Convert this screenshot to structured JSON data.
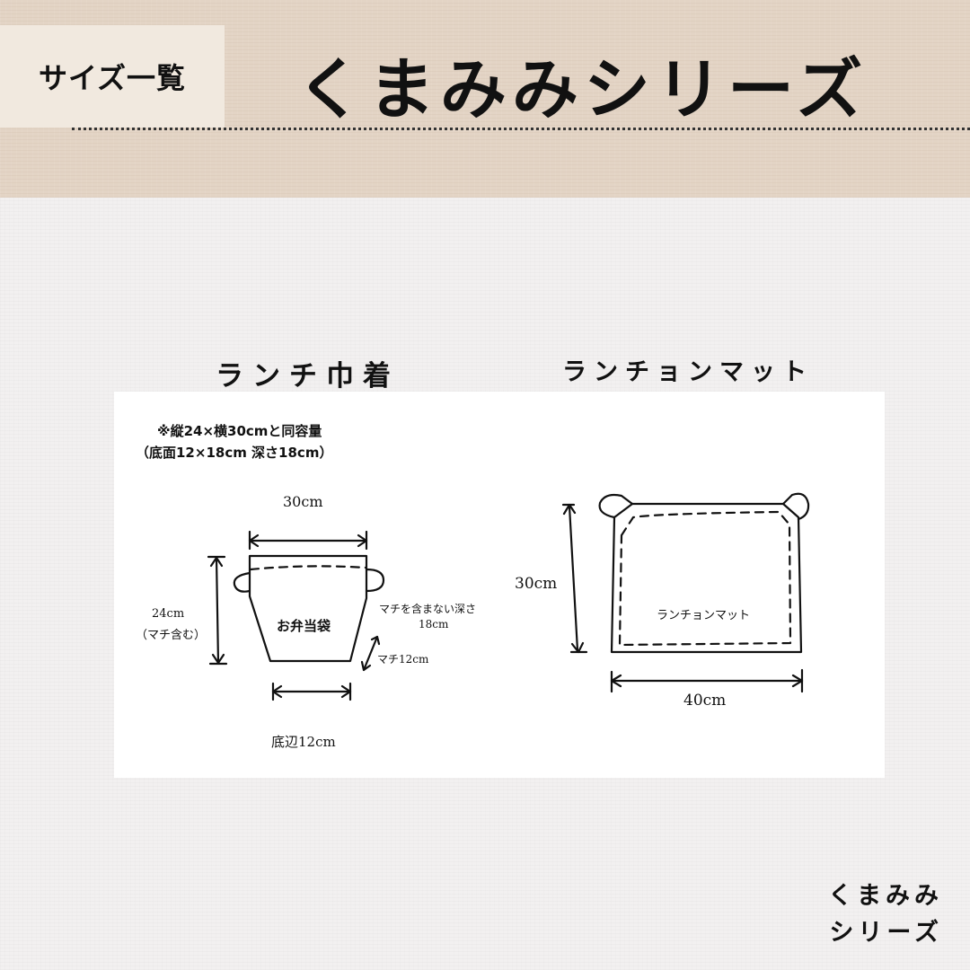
{
  "header": {
    "badge": "サイズ一覧",
    "title": "くまみみシリーズ"
  },
  "sections": {
    "left_title": "ランチ巾着",
    "right_title": "ランチョンマット"
  },
  "left_diagram": {
    "note_line1": "※縦24×横30cmと同容量",
    "note_line2": "（底面12×18cm 深さ18cm）",
    "width_label": "30cm",
    "height_label": "24cm",
    "height_sub": "（マチ含む）",
    "item_label": "お弁当袋",
    "depth_label": "マチを含まない深さ",
    "depth_value": "18cm",
    "gusset_label": "マチ12cm",
    "bottom_label": "底辺12cm"
  },
  "right_diagram": {
    "height_label": "30cm",
    "item_label": "ランチョンマット",
    "width_label": "40cm"
  },
  "footer": {
    "line1": "くまみみ",
    "line2": "シリーズ"
  },
  "colors": {
    "header_bg": "#e3d4c5",
    "badge_bg": "#f1e9df",
    "page_bg": "#f2f0f0",
    "panel_bg": "#ffffff",
    "ink": "#111111"
  }
}
